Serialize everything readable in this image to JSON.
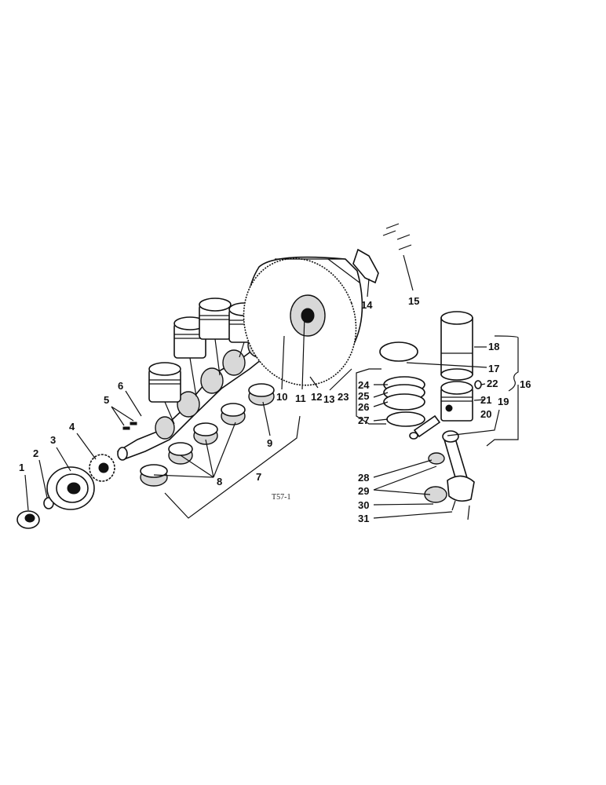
{
  "diagram": {
    "figure_code": "T57-1",
    "callouts": [
      "1",
      "2",
      "3",
      "4",
      "5",
      "6",
      "7",
      "8",
      "9",
      "10",
      "11",
      "12",
      "13",
      "14",
      "15",
      "16",
      "17",
      "18",
      "19",
      "20",
      "21",
      "22",
      "23",
      "24",
      "25",
      "26",
      "27",
      "28",
      "29",
      "30",
      "31"
    ]
  }
}
